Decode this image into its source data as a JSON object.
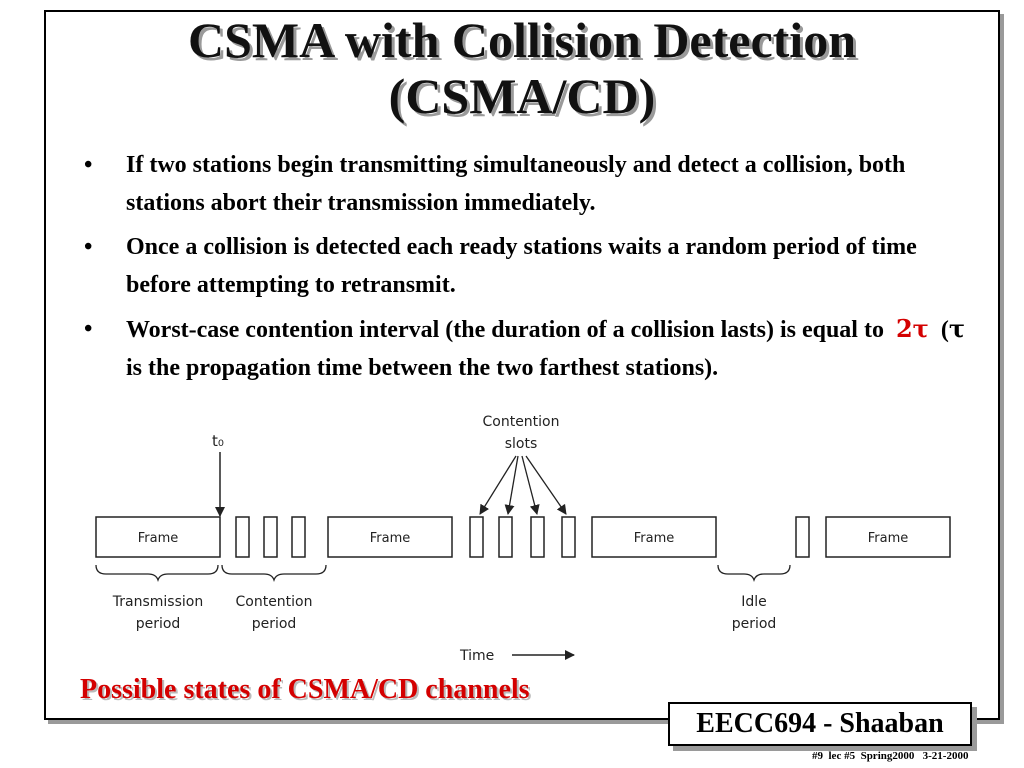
{
  "slide": {
    "title_line1": "CSMA with Collision Detection",
    "title_line2": "(CSMA/CD)",
    "bullet_glyph": "•",
    "bullets": [
      "If two stations begin transmitting simultaneously and detect a collision, both stations abort their transmission immediately.",
      "Once a collision is detected each ready stations waits a random period of time before attempting to retransmit."
    ],
    "bullet3": {
      "text_a": "Worst-case contention interval (the duration of a collision lasts) is equal to",
      "highlight": "2τ",
      "text_b": "(",
      "tau": "τ",
      "text_c": "is the propagation time between the two farthest stations)."
    },
    "diagram": {
      "t0_label": "t₀",
      "contention_slots_line1": "Contention",
      "contention_slots_line2": "slots",
      "frame_label": "Frame",
      "transmission_period_line1": "Transmission",
      "transmission_period_line2": "period",
      "contention_period_line1": "Contention",
      "contention_period_line2": "period",
      "idle_period_line1": "Idle",
      "idle_period_line2": "period",
      "time_label": "Time"
    },
    "caption": "Possible states of CSMA/CD channels",
    "badge": "EECC694 - Shaaban",
    "footer": "#9  lec #5  Spring2000   3-21-2000"
  }
}
